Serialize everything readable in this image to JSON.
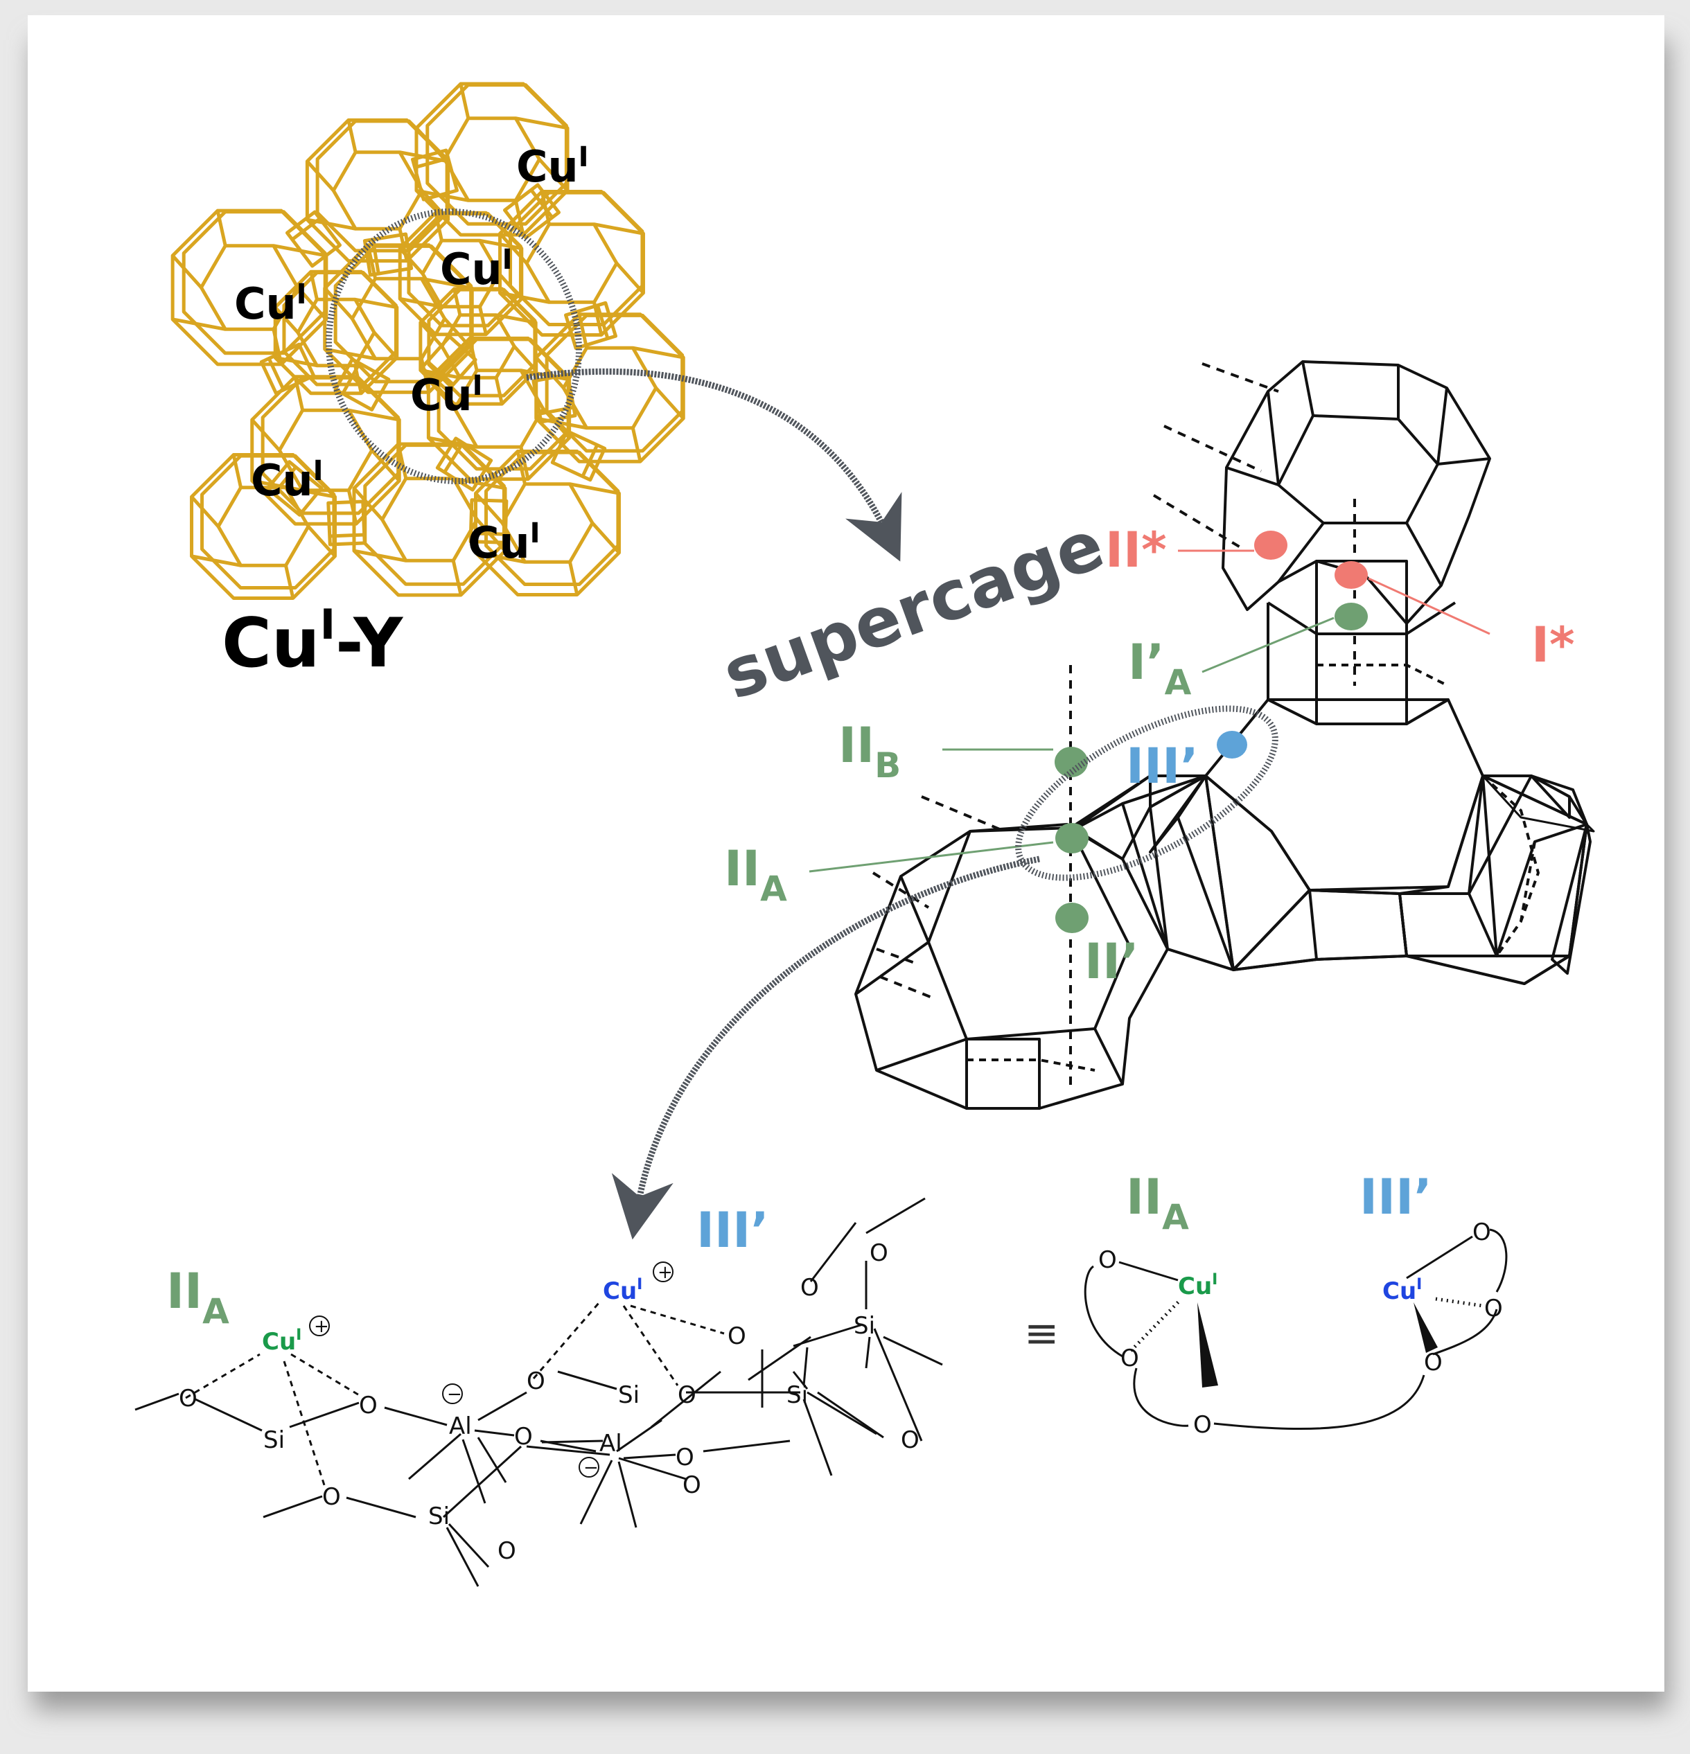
{
  "colors": {
    "zeolite": "#d9a520",
    "green": "#6fa072",
    "red": "#f07a72",
    "blue": "#5ea3d8",
    "arrow": "#50555c",
    "cuGreen": "#1a9a4a",
    "cuBlue": "#1f45e0",
    "ink": "#111111"
  },
  "framework": {
    "cu_label": "Cu",
    "cu_sup": "I",
    "title_main": "Cu",
    "title_sup": "I",
    "title_suffix": "-Y"
  },
  "supercage_label": "supercage",
  "sites": {
    "II_star": "II*",
    "I_star": "I*",
    "I_prime_A_main": "I’",
    "I_prime_A_sub": "A",
    "II_B_main": "II",
    "II_B_sub": "B",
    "III_prime": "III’",
    "II_A_main": "II",
    "II_A_sub": "A",
    "II_prime": "II’"
  },
  "chem": {
    "left_tag_main": "II",
    "left_tag_sub": "A",
    "mid_tag": "III’",
    "cu_main": "Cu",
    "cu_sup": "I",
    "plus": "+",
    "minus": "−",
    "O": "O",
    "Si": "Si",
    "Al": "Al",
    "equiv": "≡",
    "right_tag_A_main": "II",
    "right_tag_A_sub": "A",
    "right_tag_B": "III’"
  }
}
